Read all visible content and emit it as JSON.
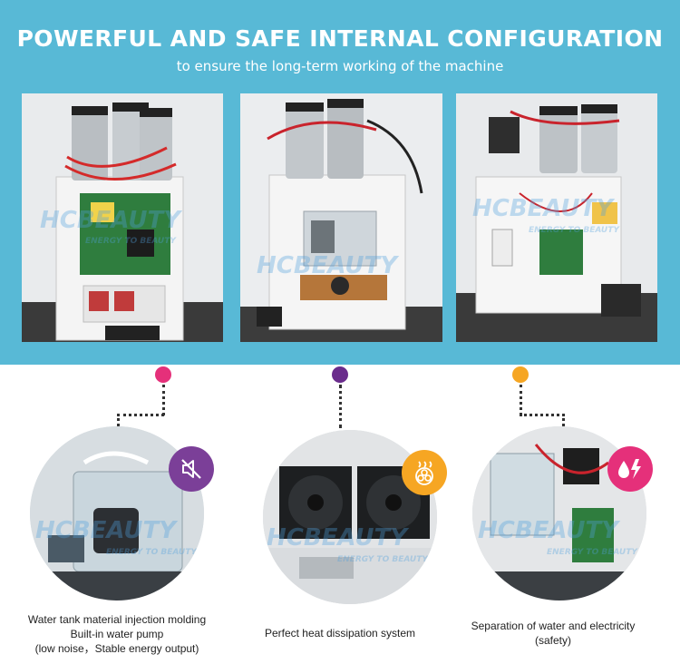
{
  "header": {
    "title": "POWERFUL AND SAFE INTERNAL CONFIGURATION",
    "subtitle": "to ensure the long-term working of the machine"
  },
  "watermark": {
    "brand": "HCBEAUTY",
    "tagline": "ENERGY TO BEAUTY"
  },
  "features": [
    {
      "icon": "mute-speaker-icon",
      "color": "#7b3f98",
      "dot_color": "#e5307a",
      "caption_lines": [
        "Water tank material injection molding",
        "Built-in water pump",
        "(low noise，Stable energy output)"
      ]
    },
    {
      "icon": "heat-fan-icon",
      "color": "#f6a623",
      "dot_color": "#6a2c8c",
      "caption_lines": [
        "Perfect heat dissipation system"
      ]
    },
    {
      "icon": "water-electricity-icon",
      "color": "#e5307a",
      "dot_color": "#f6a623",
      "caption_lines": [
        "Separation of water and electricity",
        "(safety)"
      ]
    }
  ],
  "colors": {
    "banner": "#58b9d6",
    "text_dark": "#222222"
  }
}
